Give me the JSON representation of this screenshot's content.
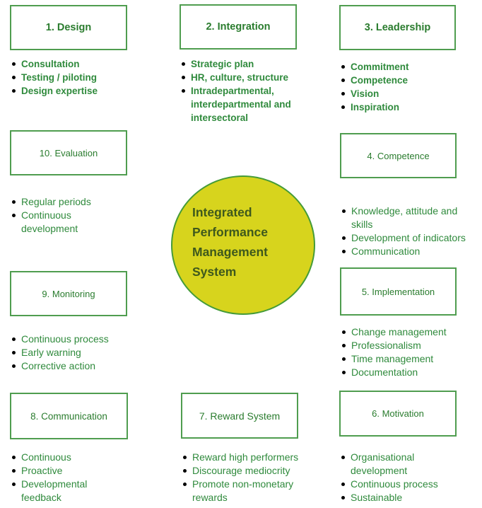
{
  "diagram": {
    "title": "Integrated Performance Management System",
    "center": {
      "text": "Integrated\nPerformance\nManagement\nSystem",
      "fill_color": "#d7d41d",
      "border_color": "#459b38",
      "text_color": "#3e581d"
    },
    "colors": {
      "box_border": "#4f9d4f",
      "title_text": "#2a7c2e",
      "bullet_text": "#2f8a3c",
      "bullet_dot": "#000000",
      "background": "#ffffff"
    },
    "sections": [
      {
        "id": 1,
        "title": "1. Design",
        "bullets": [
          "Consultation",
          "Testing / piloting",
          "Design expertise"
        ]
      },
      {
        "id": 2,
        "title": "2. Integration",
        "bullets": [
          "Strategic plan",
          "HR, culture, structure",
          "Intradepartmental,\ninterdepartmental and\nintersectoral"
        ]
      },
      {
        "id": 3,
        "title": "3. Leadership",
        "bullets": [
          "Commitment",
          "Competence",
          "Vision",
          "Inspiration"
        ]
      },
      {
        "id": 4,
        "title": "4. Competence",
        "bullets": [
          "Knowledge, attitude and\nskills",
          "Development of indicators",
          "Communication"
        ]
      },
      {
        "id": 5,
        "title": "5. Implementation",
        "bullets": [
          "Change management",
          "Professionalism",
          "Time management",
          "Documentation"
        ]
      },
      {
        "id": 6,
        "title": "6. Motivation",
        "bullets": [
          "Organisational\ndevelopment",
          "Continuous process",
          "Sustainable"
        ]
      },
      {
        "id": 7,
        "title": "7. Reward System",
        "bullets": [
          "Reward high performers",
          "Discourage mediocrity",
          "Promote non-monetary\nrewards"
        ]
      },
      {
        "id": 8,
        "title": "8. Communication",
        "bullets": [
          "Continuous",
          "Proactive",
          "Developmental\nfeedback"
        ]
      },
      {
        "id": 9,
        "title": "9. Monitoring",
        "bullets": [
          "Continuous process",
          "Early warning",
          "Corrective action"
        ]
      },
      {
        "id": 10,
        "title": "10. Evaluation",
        "bullets": [
          "Regular periods",
          "Continuous\ndevelopment"
        ]
      }
    ]
  }
}
